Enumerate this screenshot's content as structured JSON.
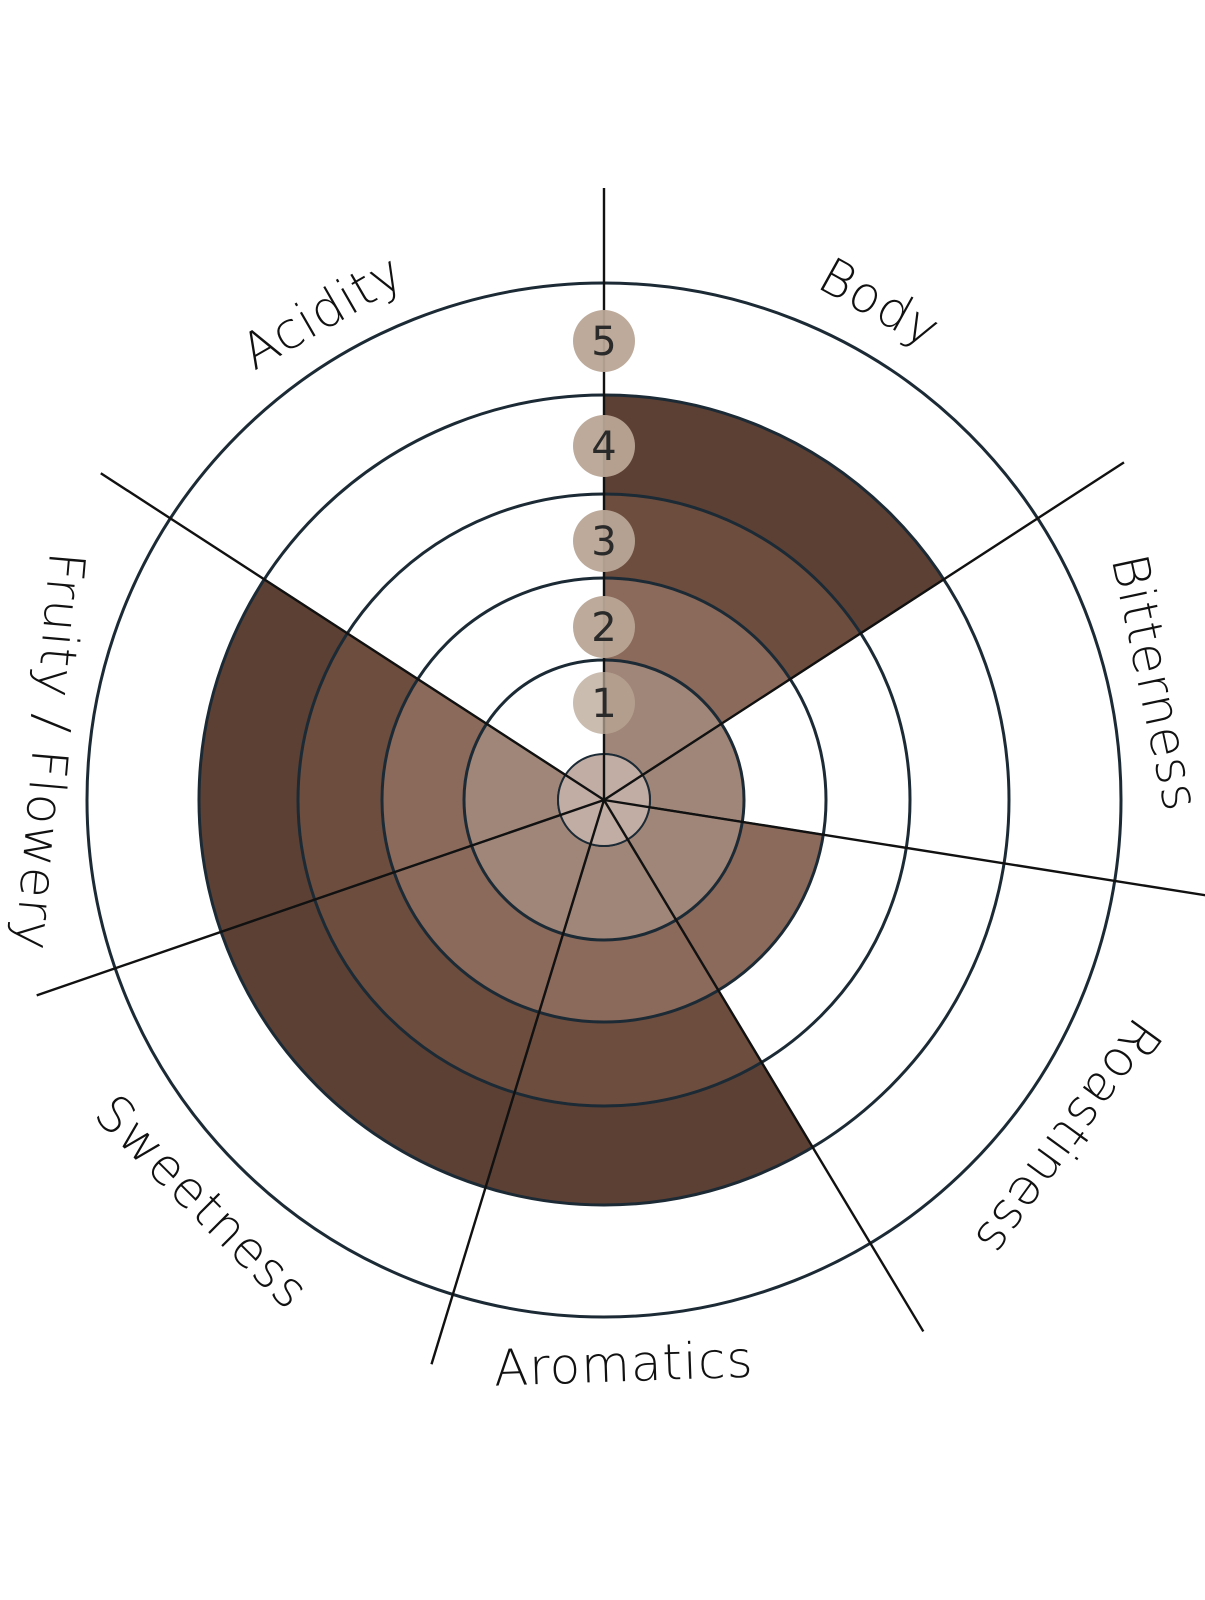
{
  "chart_data": {
    "type": "radial-bar",
    "title": "",
    "scale": {
      "min": 0,
      "max": 5,
      "ring_labels": [
        "1",
        "2",
        "3",
        "4",
        "5"
      ]
    },
    "categories": [
      "Body",
      "Bitterness",
      "Roastiness",
      "Aromatics",
      "Sweetness",
      "Fruity / Flowery",
      "Acidity"
    ],
    "values": [
      4,
      1,
      2,
      4,
      4,
      4,
      0
    ],
    "colors": {
      "center": "#c2ada4",
      "level_1": "#a08678",
      "level_2": "#8b6a5b",
      "level_3": "#6d4d3e",
      "level_4": "#5d4034",
      "ring_label_badge": "#b9a596",
      "line": "#1b2a35"
    }
  }
}
